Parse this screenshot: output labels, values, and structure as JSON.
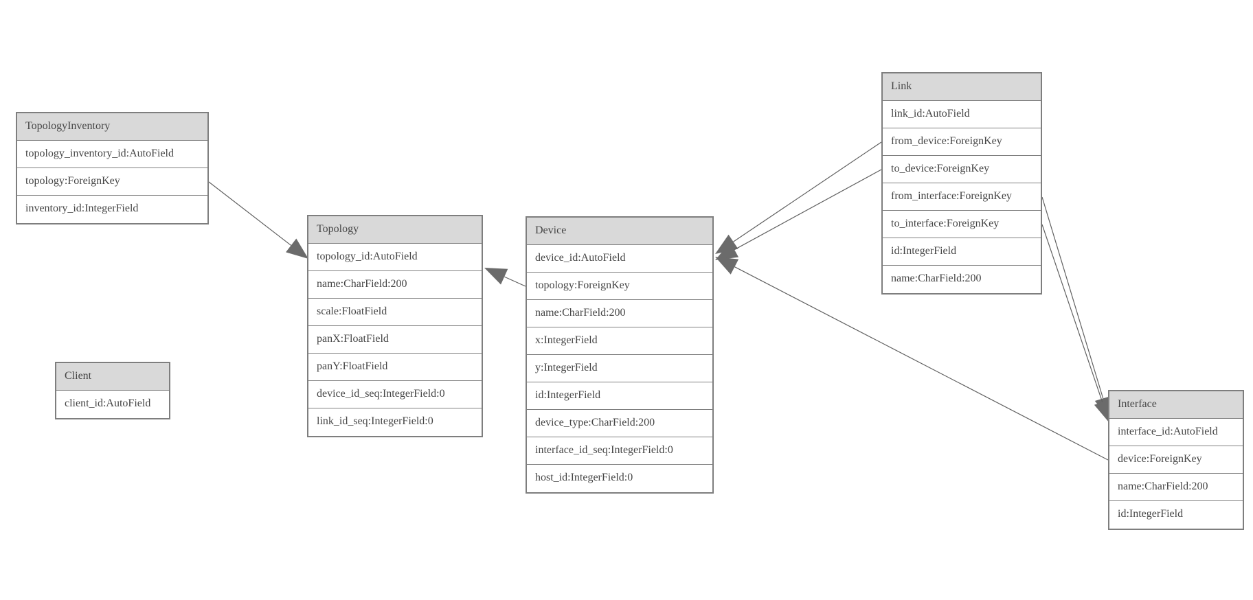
{
  "diagram": {
    "background_color": "#ffffff",
    "header_fill_color": "#d9d9d9",
    "border_color": "#7e7e7e",
    "text_color": "#454545",
    "line_color": "#606060",
    "arrow_fill_color": "#6b6b6b",
    "entities": [
      {
        "title": "TopologyInventory",
        "fields": [
          "topology_inventory_id:AutoField",
          "topology:ForeignKey",
          "inventory_id:IntegerField"
        ]
      },
      {
        "title": "Topology",
        "fields": [
          "topology_id:AutoField",
          "name:CharField:200",
          "scale:FloatField",
          "panX:FloatField",
          "panY:FloatField",
          "device_id_seq:IntegerField:0",
          "link_id_seq:IntegerField:0"
        ]
      },
      {
        "title": "Client",
        "fields": [
          "client_id:AutoField"
        ]
      },
      {
        "title": "Device",
        "fields": [
          "device_id:AutoField",
          "topology:ForeignKey",
          "name:CharField:200",
          "x:IntegerField",
          "y:IntegerField",
          "id:IntegerField",
          "device_type:CharField:200",
          "interface_id_seq:IntegerField:0",
          "host_id:IntegerField:0"
        ]
      },
      {
        "title": "Link",
        "fields": [
          "link_id:AutoField",
          "from_device:ForeignKey",
          "to_device:ForeignKey",
          "from_interface:ForeignKey",
          "to_interface:ForeignKey",
          "id:IntegerField",
          "name:CharField:200"
        ]
      },
      {
        "title": "Interface",
        "fields": [
          "interface_id:AutoField",
          "device:ForeignKey",
          "name:CharField:200",
          "id:IntegerField"
        ]
      }
    ],
    "relationships": [
      {
        "from": "TopologyInventory.topology",
        "to": "Topology.topology_id"
      },
      {
        "from": "Device.topology",
        "to": "Topology"
      },
      {
        "from": "Link.from_device",
        "to": "Device.device_id"
      },
      {
        "from": "Link.to_device",
        "to": "Device.device_id"
      },
      {
        "from": "Interface.device",
        "to": "Device.device_id"
      },
      {
        "from": "Link.from_interface",
        "to": "Interface.interface_id"
      },
      {
        "from": "Link.to_interface",
        "to": "Interface.interface_id"
      }
    ]
  }
}
